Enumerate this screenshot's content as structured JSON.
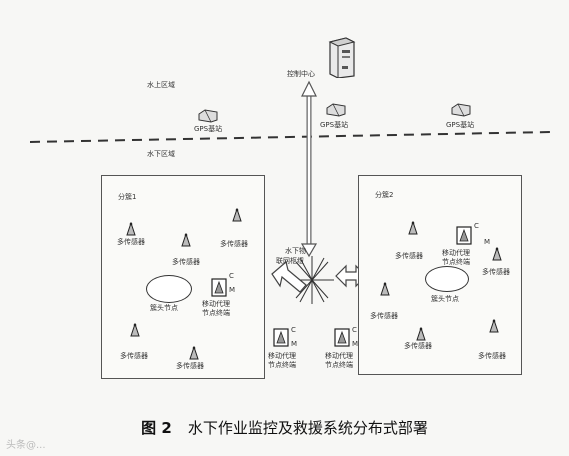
{
  "labels": {
    "surface_region": "水上区域",
    "underwater_region": "水下区域",
    "control_center": "控制中心",
    "gps_base": "GPS基站",
    "iot_node_line1": "水下物",
    "iot_node_line2": "联网枢纽",
    "sensor": "多传感器",
    "cluster_head": "簇头节点",
    "mobile_proxy_line1": "移动代理",
    "mobile_proxy_line2": "节点终端",
    "c": "C",
    "m": "M"
  },
  "clusters": [
    {
      "title": "分簇1"
    },
    {
      "title": "分簇2"
    }
  ],
  "caption": {
    "figure_no": "图 2",
    "text": "水下作业监控及救援系统分布式部署"
  },
  "watermark": "头条@..."
}
